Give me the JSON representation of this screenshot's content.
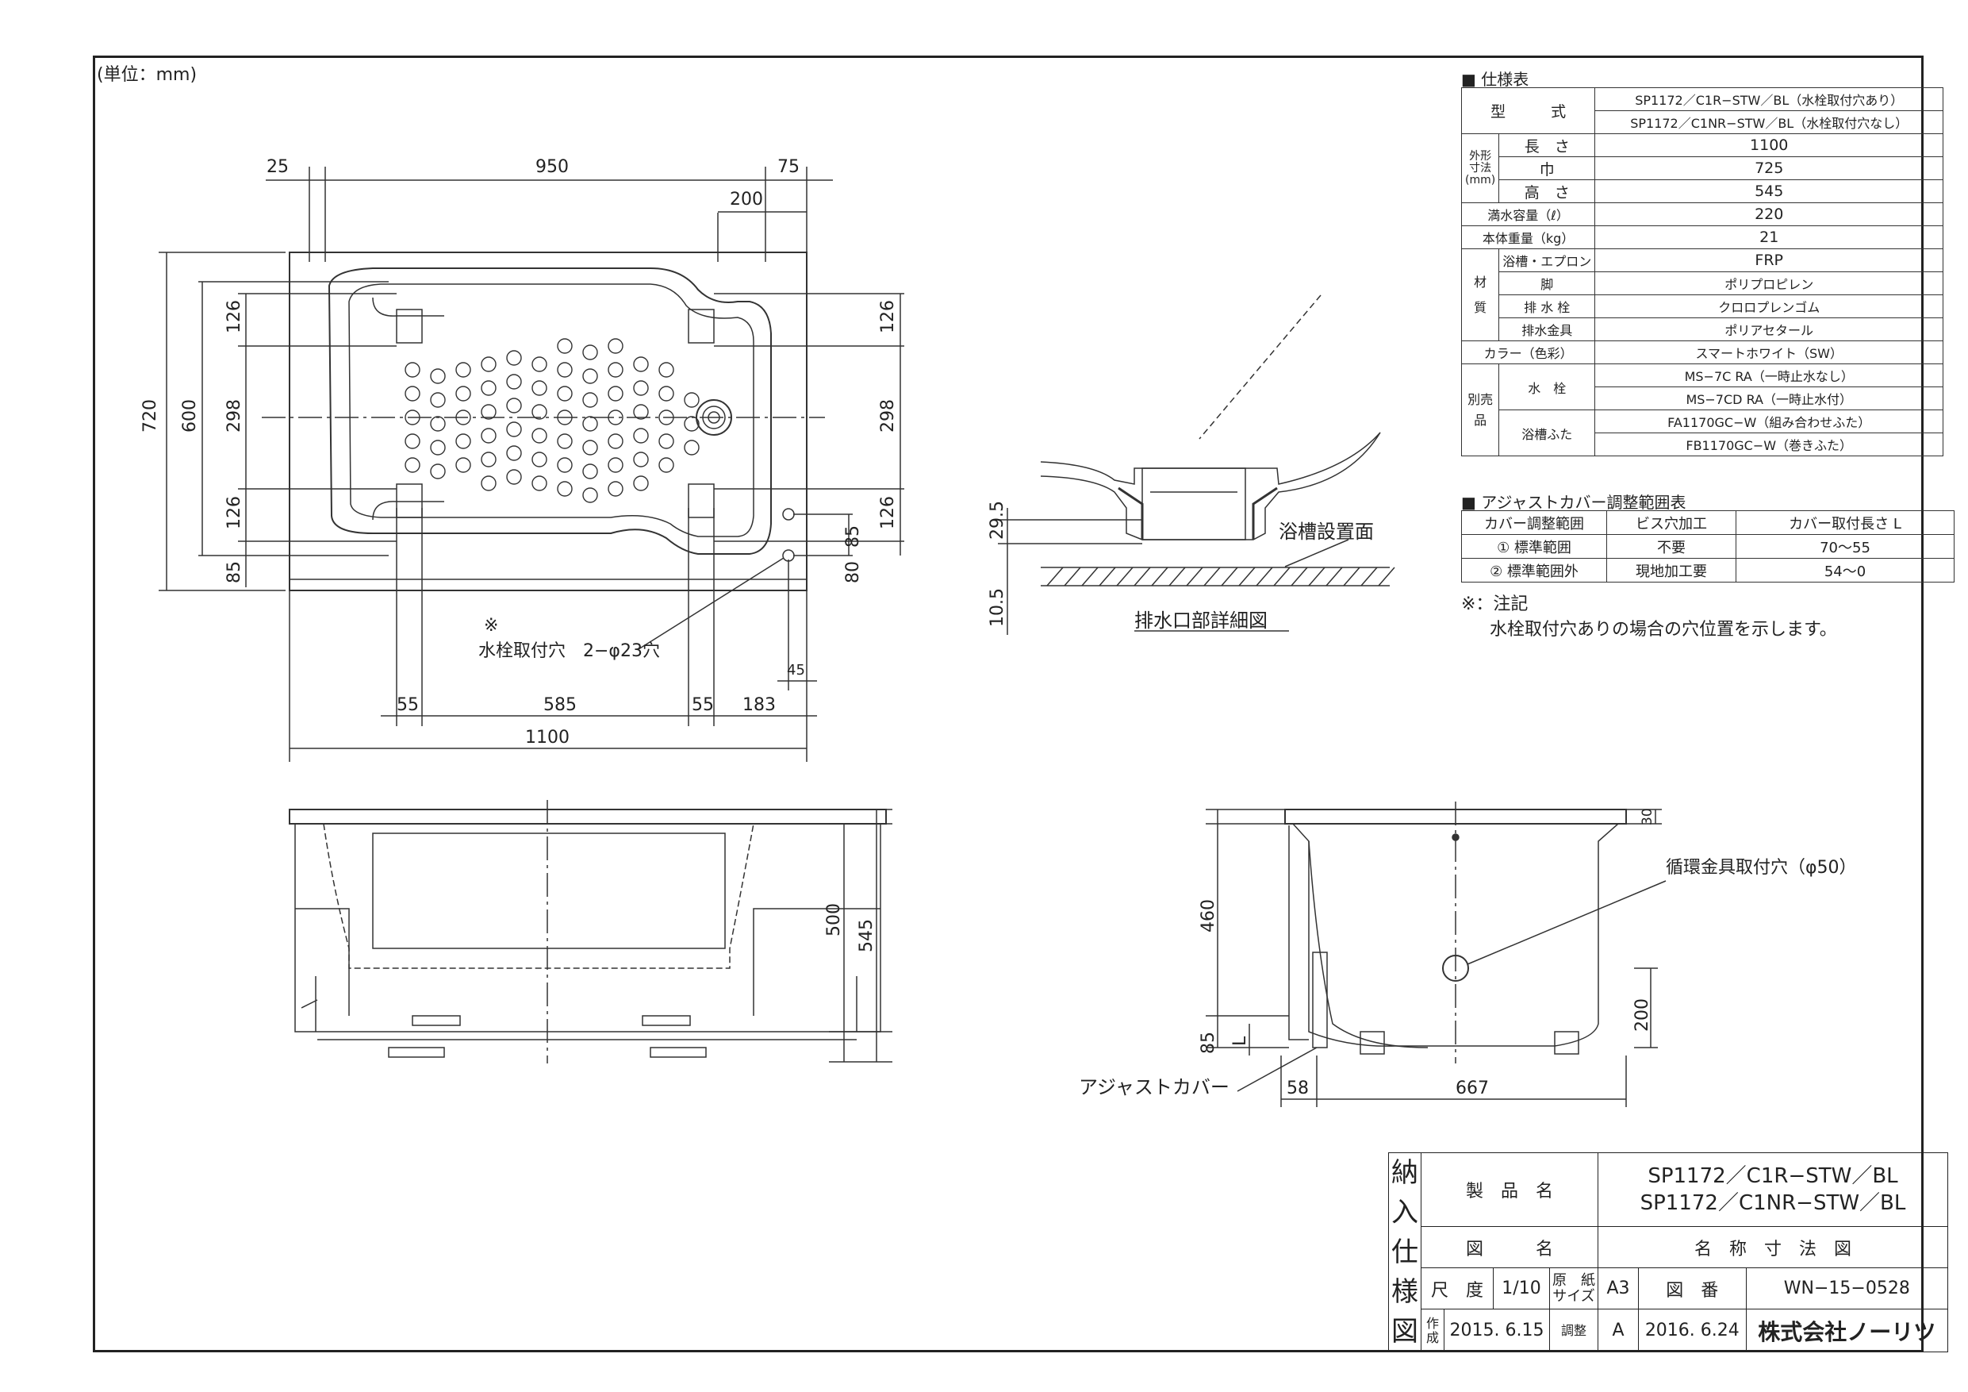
{
  "unit_note": "(単位：mm)",
  "plan_dims": {
    "top": [
      "25",
      "950",
      "75",
      "200"
    ],
    "left": [
      "720",
      "600",
      "298",
      "126",
      "126",
      "85"
    ],
    "right": [
      "126",
      "298",
      "126",
      "85",
      "80"
    ],
    "bottom": [
      "55",
      "585",
      "55",
      "183",
      "45"
    ],
    "total": "1100",
    "faucet_mark": "※",
    "faucet_label": "水栓取付穴　2−φ23穴"
  },
  "drain_detail": {
    "dims": [
      "29.5",
      "10.5"
    ],
    "surface_label": "浴槽設置面",
    "caption": "排水口部詳細図"
  },
  "front_dims": [
    "500",
    "545"
  ],
  "side_view": {
    "dims": [
      "460",
      "85",
      "L",
      "30",
      "200",
      "58",
      "667"
    ],
    "circulation_label": "循環金具取付穴（φ50）",
    "adjust_cover_label": "アジャストカバー"
  },
  "spec": {
    "title": "仕様表",
    "model_label": "型　　　式",
    "models": [
      "SP1172／C1R−STW／BL（水栓取付穴あり）",
      "SP1172／C1NR−STW／BL（水栓取付穴なし）"
    ],
    "dims_group": "外形寸法(mm)",
    "length_label": "長　さ",
    "length": "1100",
    "width_label": "巾",
    "width": "725",
    "height_label": "高　さ",
    "height": "545",
    "capacity_label": "満水容量（ℓ）",
    "capacity": "220",
    "weight_label": "本体重量（kg）",
    "weight": "21",
    "material_group": "材　質",
    "materials": [
      {
        "part": "浴槽・エプロン",
        "value": "FRP"
      },
      {
        "part": "脚",
        "value": "ポリプロピレン"
      },
      {
        "part": "排 水 栓",
        "value": "クロロプレンゴム"
      },
      {
        "part": "排水金具",
        "value": "ポリアセタール"
      }
    ],
    "color_label": "カラー（色彩）",
    "color": "スマートホワイト（SW）",
    "option_group": "別売品",
    "faucet_label": "水　栓",
    "faucets": [
      "MS−7C RA（一時止水なし）",
      "MS−7CD RA（一時止水付）"
    ],
    "lid_label": "浴槽ふた",
    "lids": [
      "FA1170GC−W（組み合わせふた）",
      "FB1170GC−W（巻きふた）"
    ]
  },
  "adjust": {
    "title": "アジャストカバー調整範囲表",
    "headers": [
      "カバー調整範囲",
      "ビス穴加工",
      "カバー取付長さ L"
    ],
    "rows": [
      [
        "① 標準範囲",
        "不要",
        "70〜55"
      ],
      [
        "② 標準範囲外",
        "現地加工要",
        "54〜0"
      ]
    ]
  },
  "note": {
    "title": "※：注記",
    "text": "水栓取付穴ありの場合の穴位置を示します。"
  },
  "title_block": {
    "side_label": [
      "納",
      "入",
      "仕",
      "様",
      "図"
    ],
    "product_label": "製　品　名",
    "products": [
      "SP1172／C1R−STW／BL",
      "SP1172／C1NR−STW／BL"
    ],
    "drawing_label": "図　　　名",
    "drawing_name": "名　称　寸　法　図",
    "scale_label": "尺　度",
    "scale": "1/10",
    "paper_label": "原　紙 サイズ",
    "paper": "A3",
    "number_label": "図　番",
    "number": "WN−15−0528",
    "created_label": "作成",
    "created": "2015. 6.15",
    "revised_label": "調整",
    "revision": "A",
    "revised": "2016. 6.24",
    "company": "株式会社ノーリツ"
  }
}
